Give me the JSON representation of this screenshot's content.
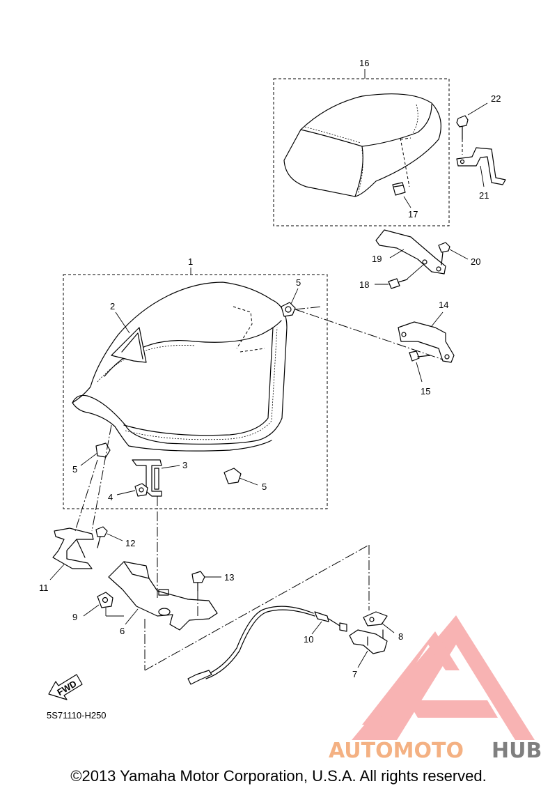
{
  "diagram": {
    "callouts": {
      "c1": "1",
      "c2": "2",
      "c3": "3",
      "c4": "4",
      "c5a": "5",
      "c5b": "5",
      "c5c": "5",
      "c6": "6",
      "c7": "7",
      "c8": "8",
      "c9": "9",
      "c10": "10",
      "c11": "11",
      "c12": "12",
      "c13": "13",
      "c14": "14",
      "c15": "15",
      "c16": "16",
      "c17": "17",
      "c18": "18",
      "c19": "19",
      "c20": "20",
      "c21": "21",
      "c22": "22"
    },
    "fwd_label": "FWD",
    "diagram_code": "5S71110-H250",
    "copyright": "©2013 Yamaha Motor Corporation, U.S.A. All rights reserved."
  },
  "watermark": {
    "part1": "AUTOMOTO",
    "part2": "HUB",
    "color_part1": "#f4b183",
    "color_part2": "#7f7f7f",
    "logo_color": "#f7a6a6"
  }
}
